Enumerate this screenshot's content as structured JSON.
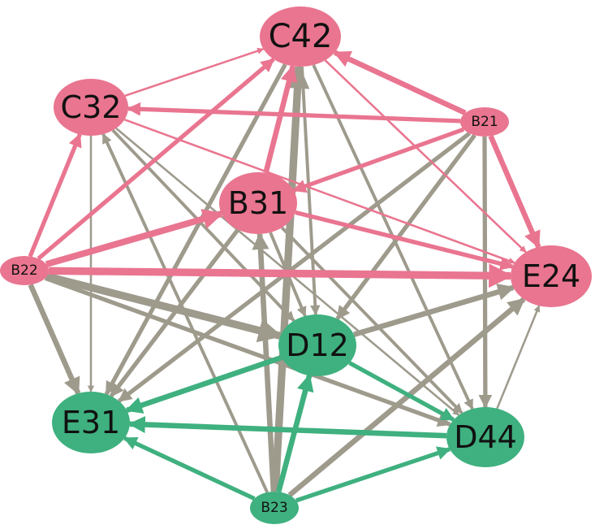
{
  "colors": {
    "pink": "#e97590",
    "green": "#3fb07f",
    "gray": "#9e9a8c"
  },
  "nodes": [
    {
      "id": "C42",
      "label": "C42",
      "group": "pink"
    },
    {
      "id": "C32",
      "label": "C32",
      "group": "pink"
    },
    {
      "id": "B21",
      "label": "B21",
      "group": "pink"
    },
    {
      "id": "B31",
      "label": "B31",
      "group": "pink"
    },
    {
      "id": "B22",
      "label": "B22",
      "group": "pink"
    },
    {
      "id": "E24",
      "label": "E24",
      "group": "pink"
    },
    {
      "id": "D12",
      "label": "D12",
      "group": "green"
    },
    {
      "id": "E31",
      "label": "E31",
      "group": "green"
    },
    {
      "id": "D44",
      "label": "D44",
      "group": "green"
    },
    {
      "id": "B23",
      "label": "B23",
      "group": "green"
    }
  ],
  "edges": [
    {
      "source": "C32",
      "target": "C42",
      "color": "pink",
      "weight": 1
    },
    {
      "source": "B22",
      "target": "C42",
      "color": "pink",
      "weight": 3
    },
    {
      "source": "B22",
      "target": "C32",
      "color": "pink",
      "weight": 3
    },
    {
      "source": "B22",
      "target": "B31",
      "color": "pink",
      "weight": 5
    },
    {
      "source": "B22",
      "target": "E24",
      "color": "pink",
      "weight": 6
    },
    {
      "source": "B21",
      "target": "C42",
      "color": "pink",
      "weight": 4
    },
    {
      "source": "B21",
      "target": "C32",
      "color": "pink",
      "weight": 3
    },
    {
      "source": "B21",
      "target": "E24",
      "color": "pink",
      "weight": 4
    },
    {
      "source": "B21",
      "target": "B31",
      "color": "pink",
      "weight": 3
    },
    {
      "source": "B31",
      "target": "C42",
      "color": "pink",
      "weight": 4
    },
    {
      "source": "B31",
      "target": "E24",
      "color": "pink",
      "weight": 3
    },
    {
      "source": "C32",
      "target": "E24",
      "color": "pink",
      "weight": 1
    },
    {
      "source": "C42",
      "target": "E24",
      "color": "pink",
      "weight": 1
    },
    {
      "source": "C42",
      "target": "E31",
      "color": "gray",
      "weight": 3
    },
    {
      "source": "C42",
      "target": "D12",
      "color": "gray",
      "weight": 2
    },
    {
      "source": "C42",
      "target": "D44",
      "color": "gray",
      "weight": 2
    },
    {
      "source": "C32",
      "target": "E31",
      "color": "gray",
      "weight": 1
    },
    {
      "source": "C32",
      "target": "D12",
      "color": "gray",
      "weight": 2
    },
    {
      "source": "C32",
      "target": "D44",
      "color": "gray",
      "weight": 1
    },
    {
      "source": "B21",
      "target": "E31",
      "color": "gray",
      "weight": 3
    },
    {
      "source": "B21",
      "target": "D12",
      "color": "gray",
      "weight": 3
    },
    {
      "source": "B21",
      "target": "D44",
      "color": "gray",
      "weight": 3
    },
    {
      "source": "B22",
      "target": "E31",
      "color": "gray",
      "weight": 4
    },
    {
      "source": "B22",
      "target": "D12",
      "color": "gray",
      "weight": 6
    },
    {
      "source": "B22",
      "target": "D44",
      "color": "gray",
      "weight": 3
    },
    {
      "source": "B31",
      "target": "E31",
      "color": "gray",
      "weight": 3
    },
    {
      "source": "B31",
      "target": "D12",
      "color": "gray",
      "weight": 2
    },
    {
      "source": "B31",
      "target": "D44",
      "color": "gray",
      "weight": 2
    },
    {
      "source": "B23",
      "target": "C42",
      "color": "gray",
      "weight": 6
    },
    {
      "source": "B23",
      "target": "C32",
      "color": "gray",
      "weight": 2
    },
    {
      "source": "B23",
      "target": "B31",
      "color": "gray",
      "weight": 4
    },
    {
      "source": "B23",
      "target": "E24",
      "color": "gray",
      "weight": 4
    },
    {
      "source": "D12",
      "target": "E24",
      "color": "gray",
      "weight": 4
    },
    {
      "source": "D44",
      "target": "E24",
      "color": "gray",
      "weight": 1
    },
    {
      "source": "B23",
      "target": "D12",
      "color": "green",
      "weight": 4
    },
    {
      "source": "B23",
      "target": "E31",
      "color": "green",
      "weight": 3
    },
    {
      "source": "B23",
      "target": "D44",
      "color": "green",
      "weight": 3
    },
    {
      "source": "D12",
      "target": "E31",
      "color": "green",
      "weight": 4
    },
    {
      "source": "D12",
      "target": "D44",
      "color": "green",
      "weight": 3
    },
    {
      "source": "D44",
      "target": "E31",
      "color": "green",
      "weight": 4
    }
  ]
}
